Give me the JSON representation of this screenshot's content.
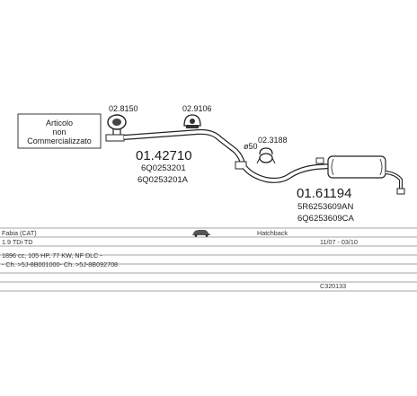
{
  "note_box": {
    "lines": [
      "Articolo",
      "non",
      "Commercializzato"
    ]
  },
  "diagram": {
    "small_codes": {
      "clamp_left": "02.8150",
      "hanger_mid": "02.9106",
      "clamp_right": "02.3188",
      "diameter": "ø50"
    },
    "front_pipe": {
      "part_number": "01.42710",
      "oem_1": "6Q0253201",
      "oem_2": "6Q0253201A"
    },
    "rear_silencer": {
      "part_number": "01.61194",
      "oem_1": "5R6253609AN",
      "oem_2": "6Q6253609CA"
    }
  },
  "table": {
    "model": "Fabia (CAT)",
    "body_type": "Hatchback",
    "engine": "1.9 TDi TD",
    "production_dates": "11/07 - 03/10",
    "spec_line": "1896 cc, 105 HP, 77 KW, NF DLC -",
    "chassis_line": "- Ch. >5J-8B001000- Ch. >5J-8B092708",
    "ref_code": "C320133"
  }
}
